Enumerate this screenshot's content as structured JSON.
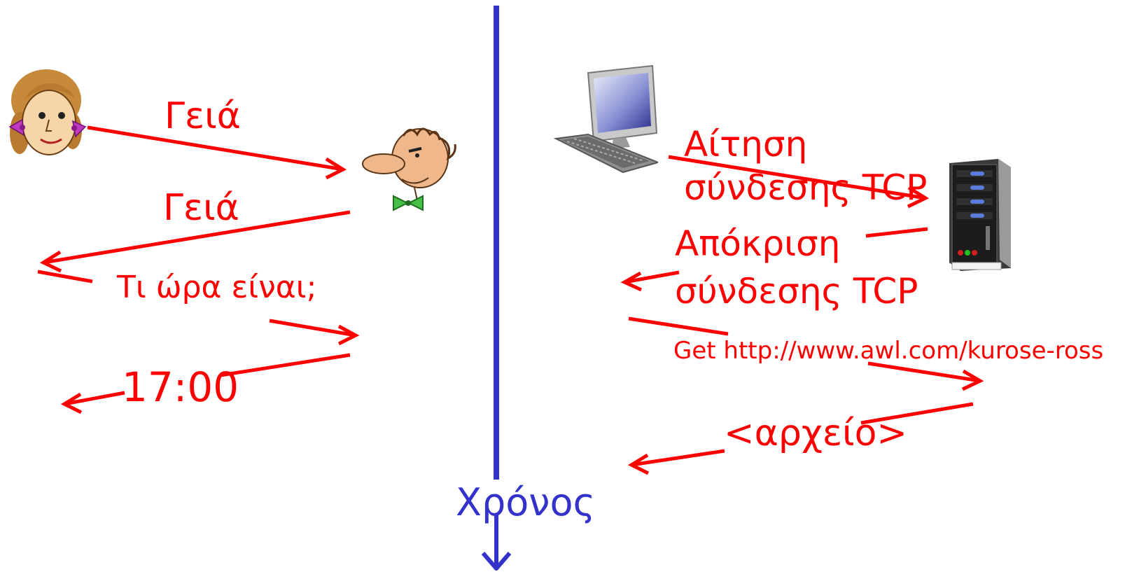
{
  "colors": {
    "message": "#ff0000",
    "timeline": "#3333cc"
  },
  "human": {
    "greeting_out": "Γειά",
    "greeting_back": "Γειά",
    "question": "Τι ώρα είναι;",
    "answer": "17:00"
  },
  "network": {
    "tcp_request": [
      "Αίτηση",
      "σύνδεσης TCP"
    ],
    "tcp_response": [
      "Απόκριση",
      "σύνδεσης TCP"
    ],
    "get_request": "Get http://www.awl.com/kurose-ross",
    "file_reply": "<αρχείο>"
  },
  "timeline": {
    "label": "Χρόνος"
  },
  "icons": {
    "sender": "woman-face-icon",
    "receiver": "man-face-icon",
    "client": "desktop-computer-icon",
    "server": "server-tower-icon"
  }
}
